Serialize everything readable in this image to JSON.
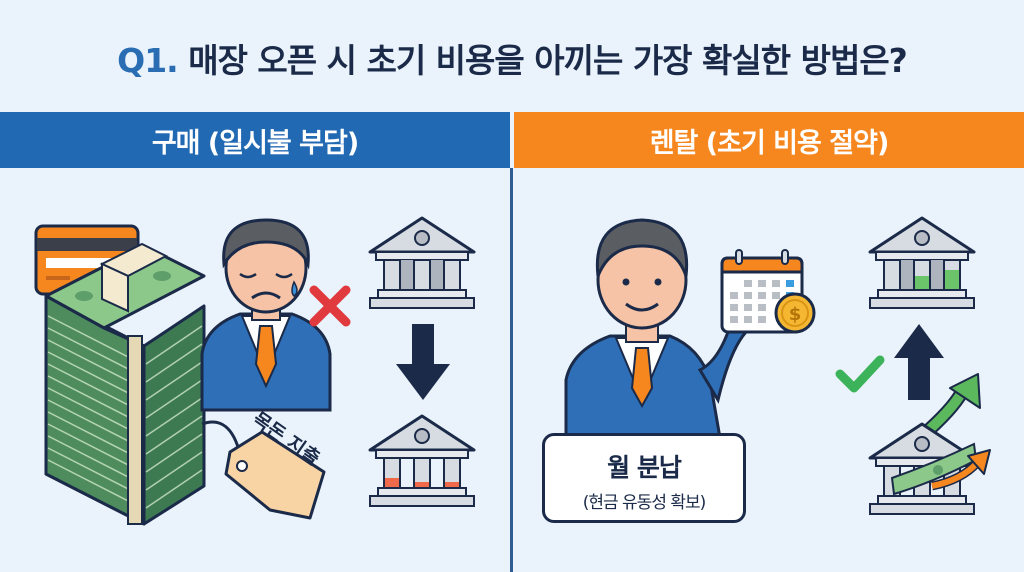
{
  "title": {
    "prefix": "Q1.",
    "text": " 매장 오픈 시 초기 비용을 아끼는 가장 확실한 방법은?"
  },
  "left_panel": {
    "header": "구매 (일시불 부담)",
    "tag_label": "목돈 지출",
    "icons": [
      "credit-card",
      "money-stack",
      "sad-businessman",
      "red-x",
      "bank-full",
      "down-arrow",
      "bank-depleted"
    ]
  },
  "right_panel": {
    "header": "렌탈 (초기 비용 절약)",
    "bubble_main": "월 분납",
    "bubble_sub": "(현금 유동성 확보)",
    "icons": [
      "happy-businessman",
      "calendar",
      "dollar-coin",
      "green-check",
      "bank-growing",
      "up-arrow",
      "bank-with-money-flow"
    ]
  },
  "colors": {
    "background": "#eaf3fb",
    "purchase_blue": "#2169b3",
    "rental_orange": "#f6871f",
    "title_navy": "#1a2a48",
    "title_q_blue": "#2a6db3",
    "negative_red": "#e0393e",
    "positive_green": "#3cb35a"
  }
}
